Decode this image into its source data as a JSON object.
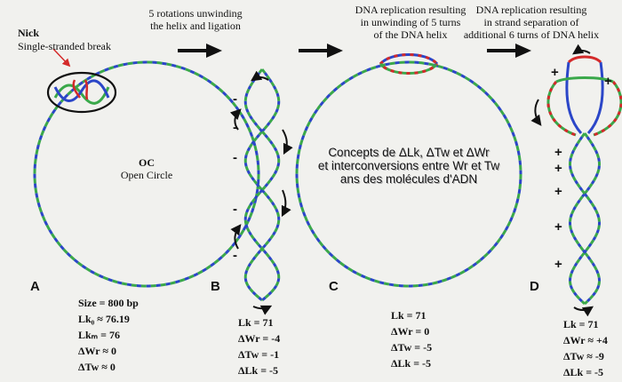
{
  "panel_a": {
    "nick_title": "Nick",
    "nick_subtitle": "Single-stranded break",
    "oc_title": "OC",
    "oc_subtitle": "Open Circle",
    "label": "A",
    "stats": [
      "Size =   800 bp",
      "Lk₀ ≈  76.19",
      "Lkₘ = 76",
      "ΔWr ≈  0",
      "ΔTw ≈  0"
    ]
  },
  "panel_b": {
    "caption": [
      "5 rotations unwinding",
      "the helix and ligation"
    ],
    "label": "B",
    "signs": [
      "-",
      "-",
      "-",
      "-",
      "-"
    ],
    "stats": [
      "Lk = 71",
      "ΔWr = -4",
      "ΔTw = -1",
      "ΔLk = -5"
    ]
  },
  "panel_c": {
    "caption": [
      "DNA replication resulting",
      "in unwinding of 5 turns",
      "of the DNA helix"
    ],
    "label": "C",
    "stats": [
      "Lk = 71",
      "ΔWr = 0",
      "ΔTw = -5",
      "ΔLk = -5"
    ]
  },
  "panel_d": {
    "caption": [
      "DNA replication resulting",
      "in strand separation of",
      "additional 6 turns of DNA helix"
    ],
    "label": "D",
    "signs": [
      "+",
      "+",
      "+",
      "+",
      "+",
      "+",
      "+"
    ],
    "stats": [
      "Lk = 71",
      "ΔWr ≈ +4",
      "ΔTw ≈ -9",
      "ΔLk = -5"
    ]
  },
  "overlay_text": [
    "Concepts de ΔLk, ΔTw et ΔWr",
    "et interconversions entre Wr et Tw",
    "ans des molécules d'ADN"
  ],
  "colors": {
    "strand_green": "#3aa84a",
    "strand_blue": "#2b46c8",
    "strand_red": "#d42a2a",
    "arrow": "#111111"
  }
}
